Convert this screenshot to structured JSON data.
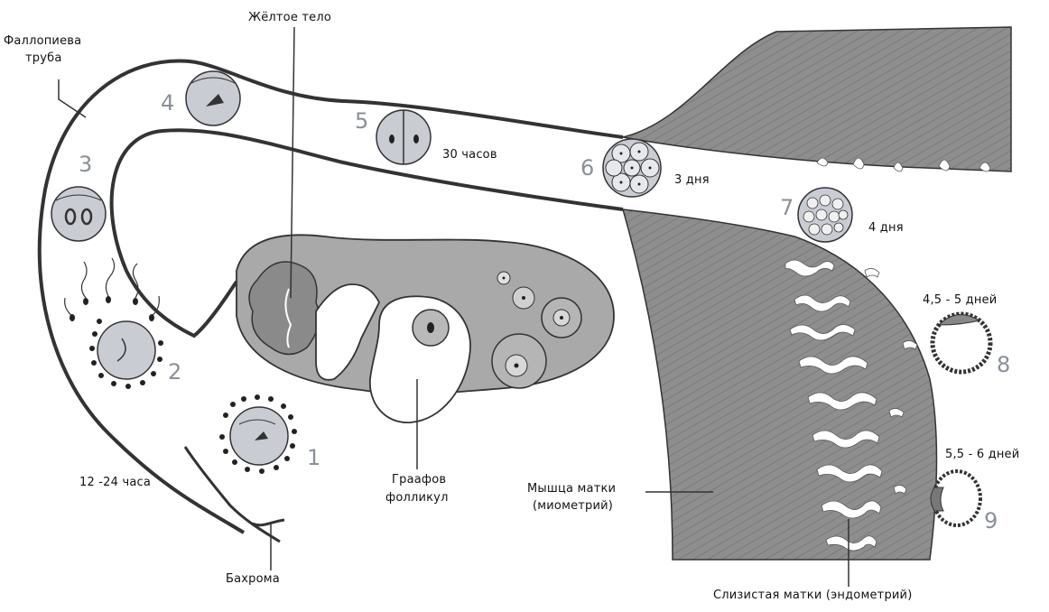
{
  "labels": {
    "fallopian_tube_line1": "Фаллопиева",
    "fallopian_tube_line2": "труба",
    "corpus_luteum": "Жёлтое тело",
    "hours_12_24": "12 -24 часа",
    "fimbria": "Бахрома",
    "graafian_line1": "Граафов",
    "graafian_line2": "фолликул",
    "myometrium_line1": "Мышца матки",
    "myometrium_line2": "(миометрий)",
    "endometrium": "Слизистая матки (эндометрий)",
    "hours_30": "30 часов",
    "days_3": "3 дня",
    "days_4": "4 дня",
    "days_4_5": "4,5 - 5 дней",
    "days_5_5": "5,5 - 6 дней"
  },
  "stages": [
    "1",
    "2",
    "3",
    "4",
    "5",
    "6",
    "7",
    "8",
    "9"
  ],
  "colors": {
    "tissue": "#8c8c8c",
    "tissue_dark": "#6f6f6f",
    "ovary": "#a9a9a9",
    "cell_fill": "#c9ccd2",
    "outline": "#222222",
    "stage_number": "#8a8f98"
  }
}
